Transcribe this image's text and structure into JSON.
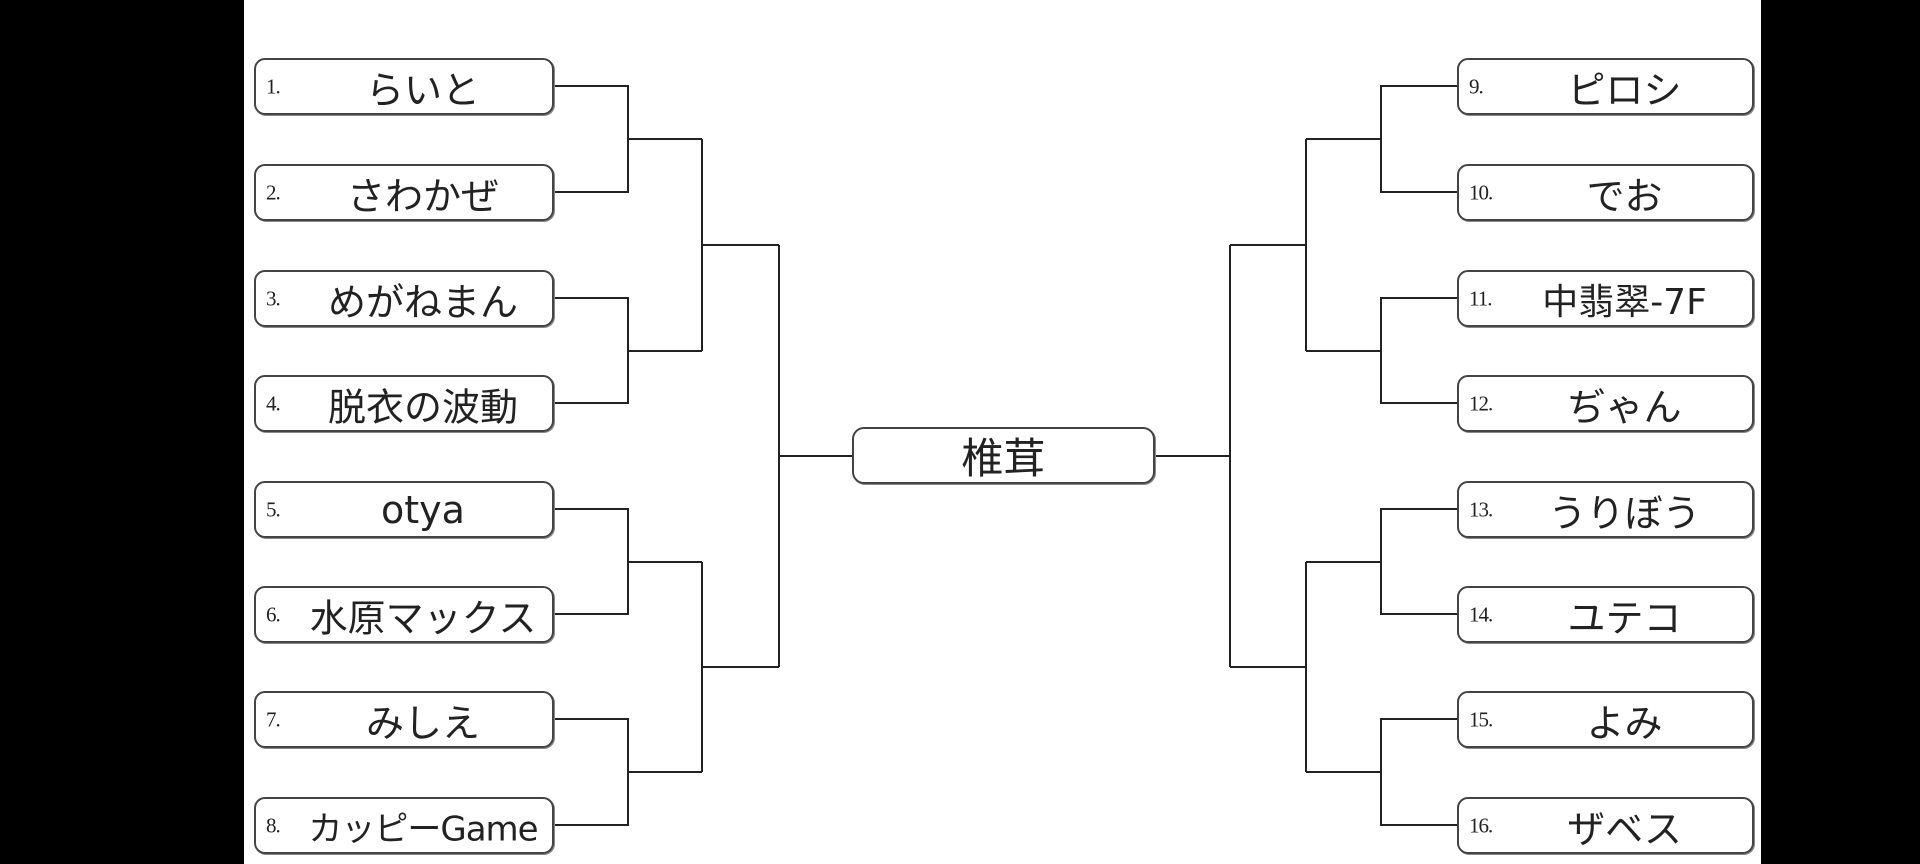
{
  "bracket": {
    "left": [
      {
        "num": "1.",
        "name": "らいと"
      },
      {
        "num": "2.",
        "name": "さわかぜ"
      },
      {
        "num": "3.",
        "name": "めがねまん"
      },
      {
        "num": "4.",
        "name": "脱衣の波動"
      },
      {
        "num": "5.",
        "name": "otya"
      },
      {
        "num": "6.",
        "name": "水原マックス"
      },
      {
        "num": "7.",
        "name": "みしえ"
      },
      {
        "num": "8.",
        "name": "カッピーGame"
      }
    ],
    "right": [
      {
        "num": "9.",
        "name": "ピロシ"
      },
      {
        "num": "10.",
        "name": "でお"
      },
      {
        "num": "11.",
        "name": "中翡翠-7F"
      },
      {
        "num": "12.",
        "name": "ぢゃん"
      },
      {
        "num": "13.",
        "name": "うりぼう"
      },
      {
        "num": "14.",
        "name": "ユテコ"
      },
      {
        "num": "15.",
        "name": "よみ"
      },
      {
        "num": "16.",
        "name": "ザベス"
      }
    ],
    "champion": "椎茸"
  },
  "colors": {
    "line": "#222222",
    "border": "#444444",
    "background": "#ffffff",
    "outer": "#000000"
  }
}
